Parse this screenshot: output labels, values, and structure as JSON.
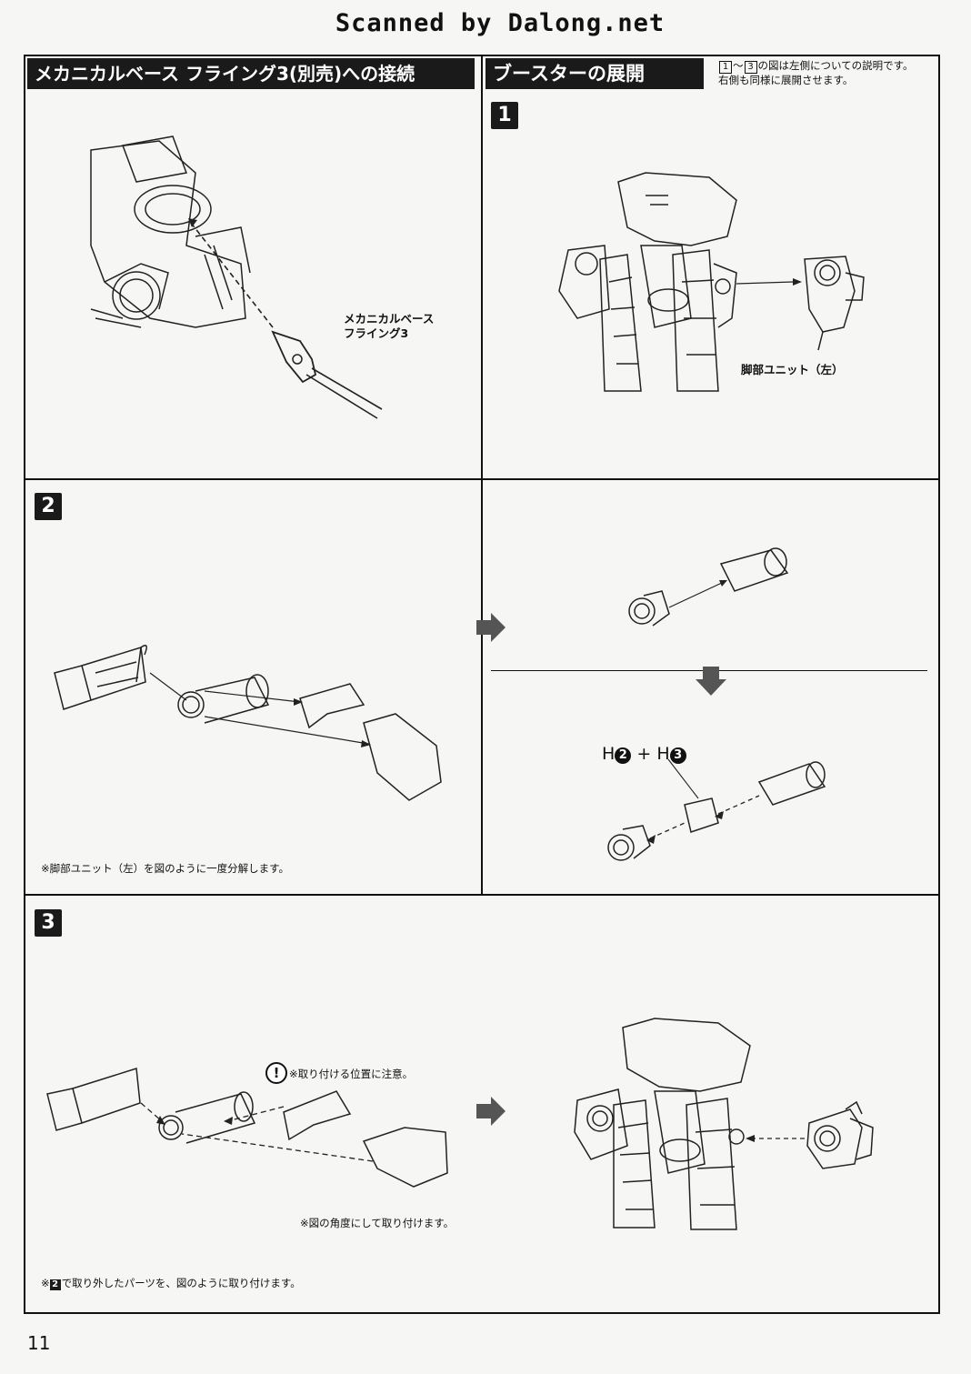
{
  "header": {
    "scanner_credit": "Scanned by Dalong.net"
  },
  "sections": {
    "connect": {
      "title": "メカニカルベース フライング3(別売)への接続",
      "part_label_1": "メカニカルベース",
      "part_label_2": "フライング3"
    },
    "booster": {
      "title": "ブースターの展開",
      "note_step_from": "1",
      "note_step_to": "3",
      "note_line1_suffix": "の図は左側についての説明です。",
      "note_line2": "右側も同様に展開させます。"
    }
  },
  "steps": {
    "s1": {
      "number": "1",
      "label": "脚部ユニット（左）"
    },
    "s2": {
      "number": "2",
      "note": "※脚部ユニット（左）を図のように一度分解します。",
      "hcode_a": "H",
      "hcode_a_num": "2",
      "plus": "+",
      "hcode_b": "H",
      "hcode_b_num": "3"
    },
    "s3": {
      "number": "3",
      "warn_mark": "!",
      "warn_note": "※取り付ける位置に注意。",
      "angle_note": "※図の角度にして取り付けます。",
      "bottom_note_prefix": "※",
      "bottom_note_badge": "2",
      "bottom_note_suffix": "で取り外したパーツを、図のように取り付けます。"
    }
  },
  "footer": {
    "page_number": "11"
  }
}
